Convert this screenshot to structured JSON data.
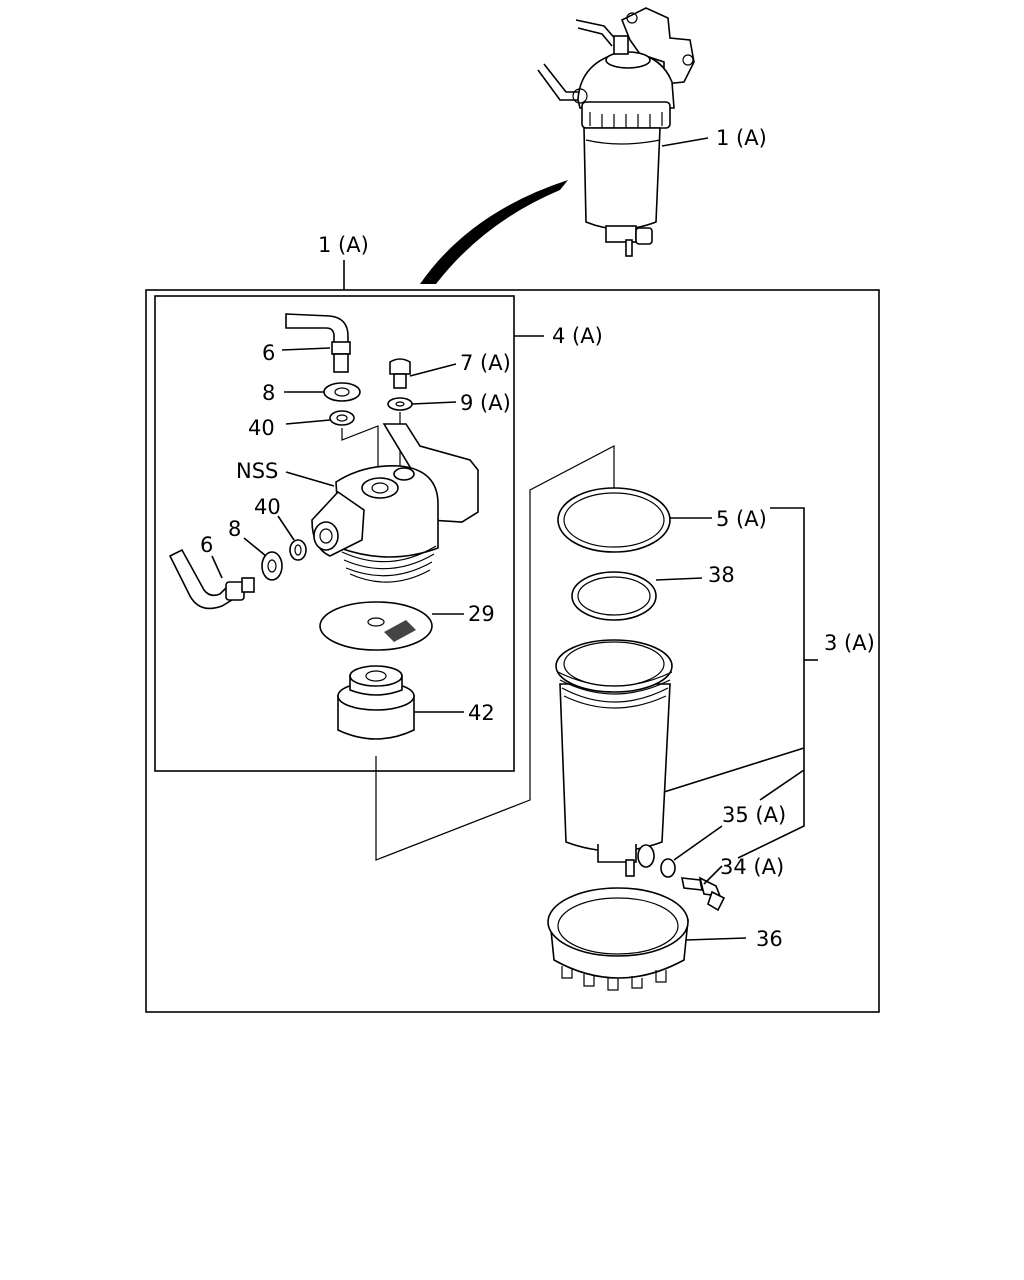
{
  "labels": {
    "assembly_top": "1 (A)",
    "assembly_box": "1 (A)",
    "head_assy": "4 (A)",
    "hose_upper": "6",
    "washer_upper": "8",
    "seal_upper": "40",
    "bolt": "7 (A)",
    "bolt_washer": "9 (A)",
    "nss": "NSS",
    "seal_lower": "40",
    "washer_lower": "8",
    "hose_lower": "6",
    "screen": "29",
    "plug": "42",
    "gasket_large": "5 (A)",
    "gasket_small": "38",
    "bowl_assy": "3 (A)",
    "drain_seal": "35 (A)",
    "drain_plug": "34 (A)",
    "ring_nut": "36"
  }
}
